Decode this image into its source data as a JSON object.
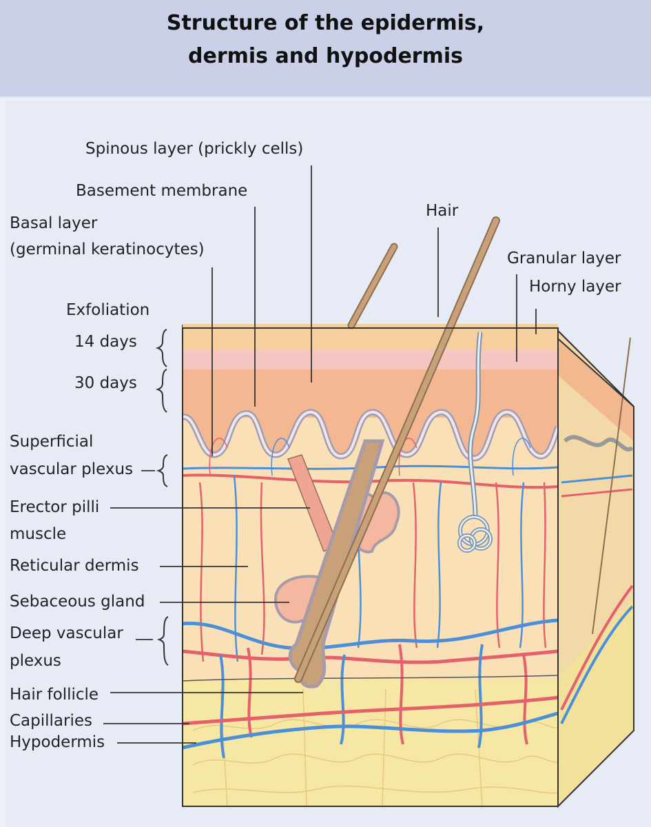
{
  "title": {
    "line1": "Structure of the epidermis,",
    "line2": "dermis and hypodermis"
  },
  "labels": {
    "spinous_layer": "Spinous layer (prickly cells)",
    "basement_membrane": "Basement membrane",
    "basal_layer_1": "Basal layer",
    "basal_layer_2": "(germinal keratinocytes)",
    "hair": "Hair",
    "granular_layer": "Granular layer",
    "horny_layer": "Horny layer",
    "exfoliation": "Exfoliation",
    "days_14": "14 days",
    "days_30": "30 days",
    "superficial_1": "Superficial",
    "superficial_2": "vascular plexus",
    "erector_1": "Erector pilli",
    "erector_2": "muscle",
    "reticular_dermis": "Reticular dermis",
    "sebaceous_gland": "Sebaceous gland",
    "deep_1": "Deep vascular",
    "deep_2": "plexus",
    "hair_follicle": "Hair follicle",
    "capillaries": "Capillaries",
    "hypodermis": "Hypodermis"
  },
  "colors": {
    "header_bg": "#c9d0e8",
    "horny": "#f6cf9f",
    "granular": "#f5c7c2",
    "spinous": "#f3b792",
    "basement": "#b9b2c0",
    "dermis": "#fae0b6",
    "hypodermis": "#f7e7a4",
    "artery": "#e4606a",
    "vein": "#4b8fd8",
    "hair": "#c8a178",
    "gland": "#f4b7a0"
  }
}
